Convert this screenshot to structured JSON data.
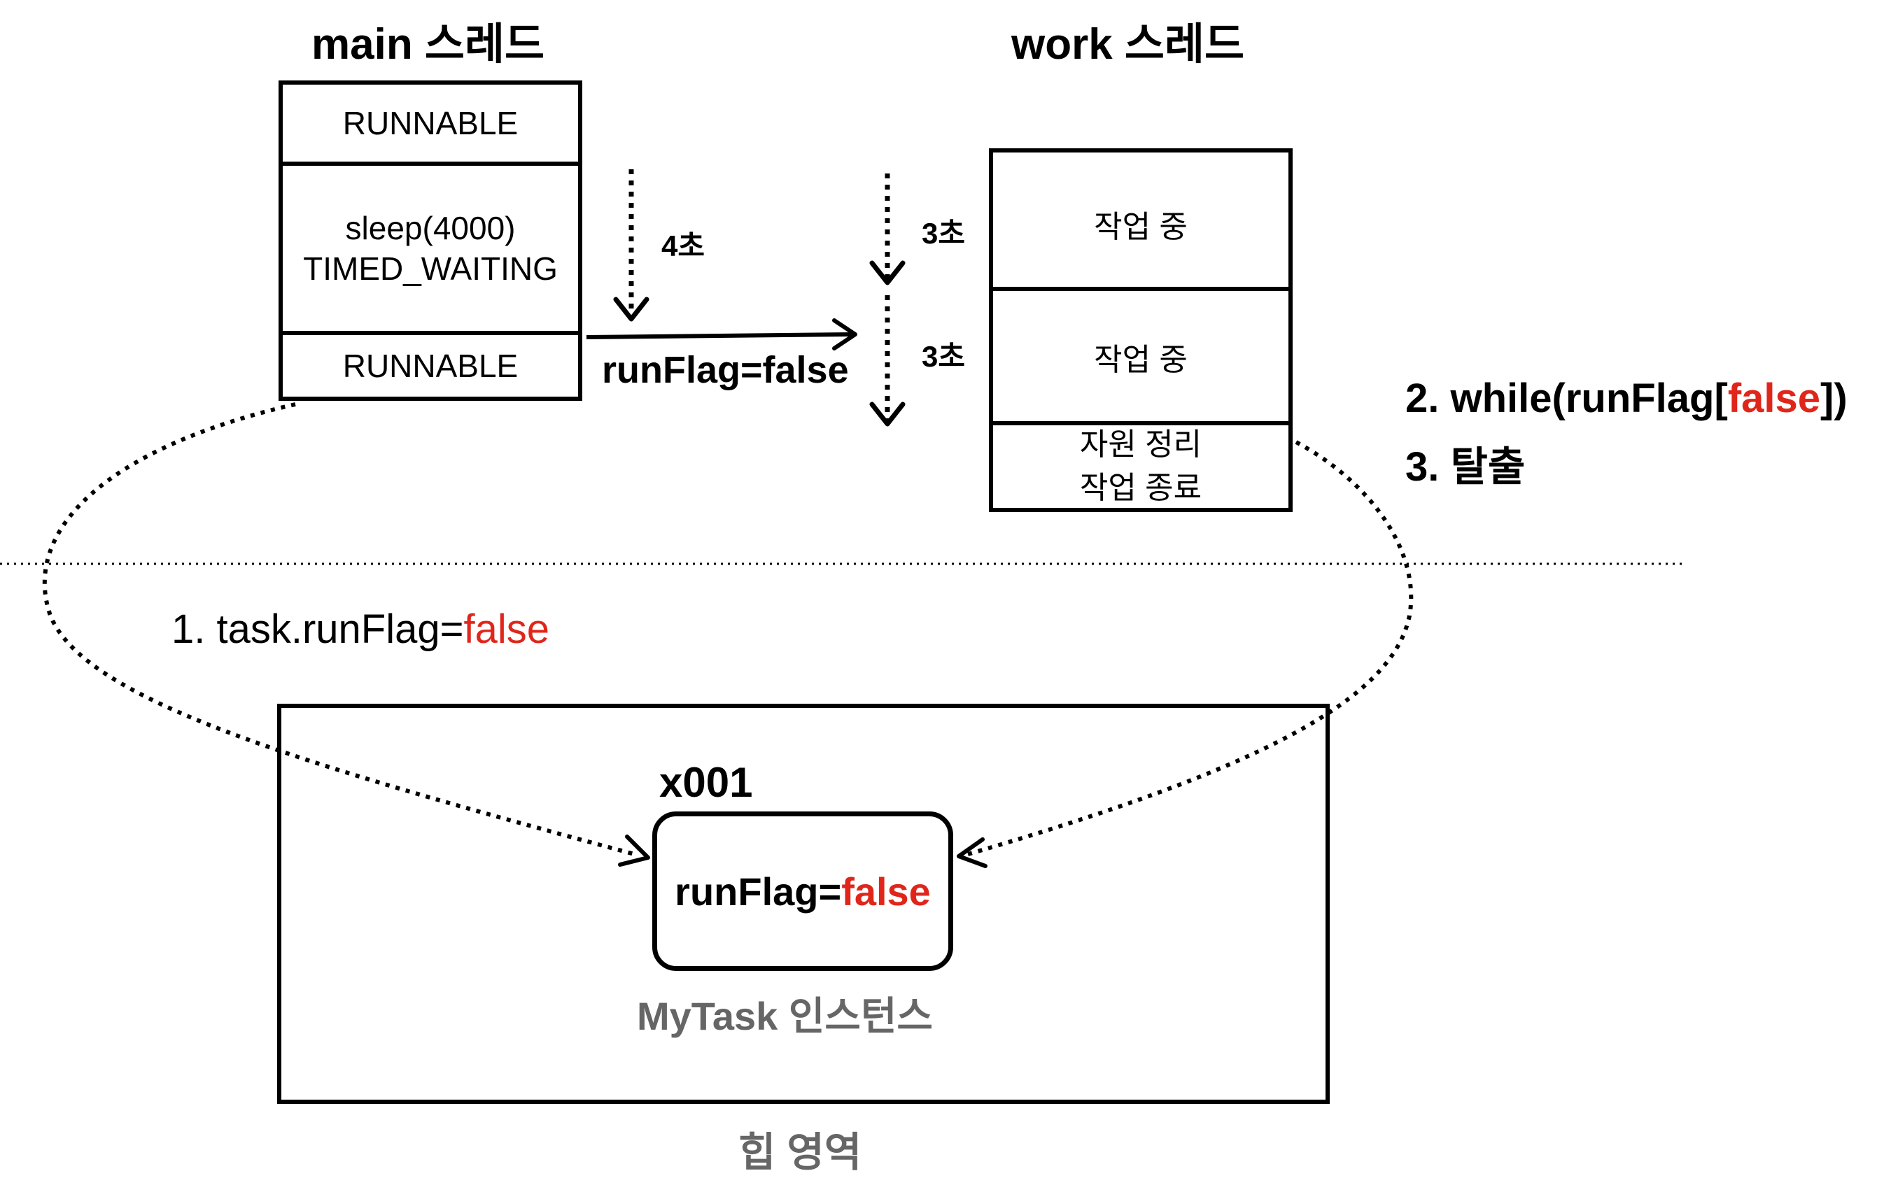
{
  "main_thread": {
    "title": "main 스레드",
    "states": [
      "RUNNABLE",
      "sleep(4000)",
      "TIMED_WAITING",
      "RUNNABLE"
    ]
  },
  "work_thread": {
    "title": "work 스레드",
    "states": [
      "작업 중",
      "작업 중",
      "자원 정리",
      "작업 종료"
    ]
  },
  "timeline": {
    "main_wait": "4초",
    "work_wait_1": "3초",
    "work_wait_2": "3초",
    "signal": "runFlag=false"
  },
  "steps": {
    "step1_prefix": "1. task.runFlag=",
    "step1_value": "false",
    "step2_prefix": "2. while(runFlag[",
    "step2_value": "false",
    "step2_suffix": "])",
    "step3": "3. 탈출"
  },
  "heap": {
    "label": "힙 영역",
    "instance_address": "x001",
    "field_prefix": "runFlag=",
    "field_value": "false",
    "instance_label": "MyTask 인스턴스"
  },
  "colors": {
    "highlight": "#e0261b",
    "muted": "#666666"
  }
}
